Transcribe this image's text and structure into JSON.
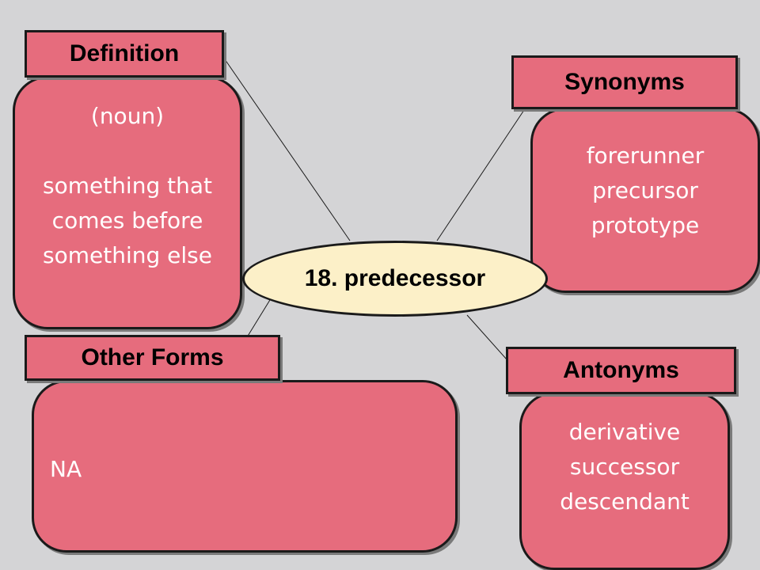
{
  "center": {
    "term": "18. predecessor"
  },
  "definition": {
    "title": "Definition",
    "lines": [
      "(noun)",
      "",
      "something that",
      "comes before",
      "something else"
    ]
  },
  "synonyms": {
    "title": "Synonyms",
    "lines": [
      "forerunner",
      "precursor",
      "prototype"
    ]
  },
  "other_forms": {
    "title": "Other Forms",
    "lines": [
      "NA"
    ]
  },
  "antonyms": {
    "title": "Antonyms",
    "lines": [
      "derivative",
      "successor",
      "descendant"
    ]
  },
  "colors": {
    "box_fill": "#e66c7d",
    "center_fill": "#fcf0c8",
    "background": "#d4d4d6"
  }
}
